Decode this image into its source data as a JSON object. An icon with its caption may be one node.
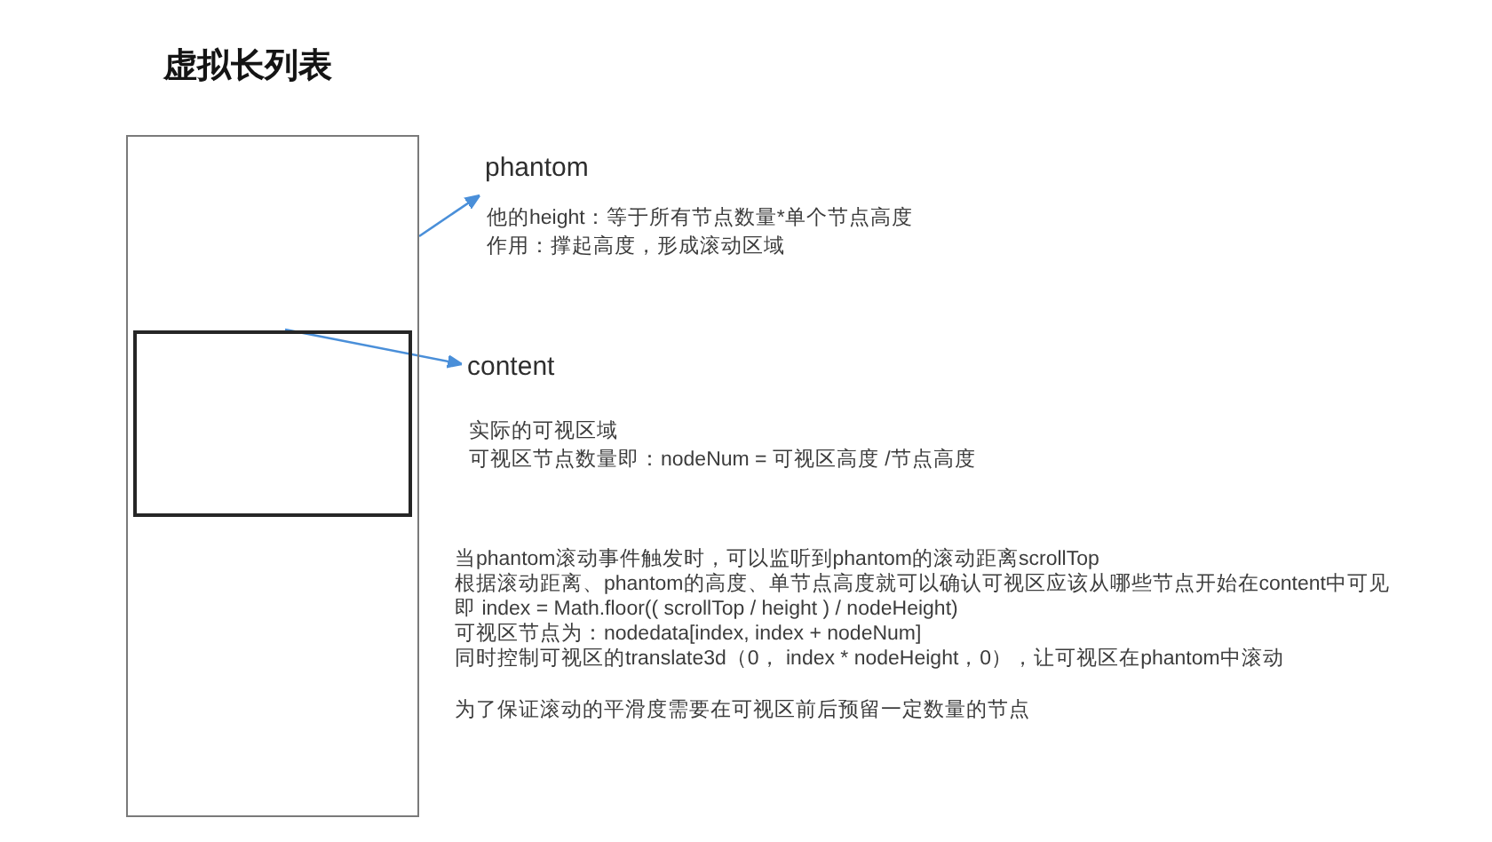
{
  "diagram": {
    "title": "虚拟长列表",
    "nodes": [
      {
        "text": [],
        "shape": "box"
      },
      {
        "text": [],
        "shape": "box",
        "in": 0
      },
      {
        "text": [
          "phantom",
          "他的height：等于所有节点数量*单个节点高度",
          "作用：撑起高度，形成滚动区域"
        ]
      },
      {
        "text": [
          "content",
          "实际的可视区域",
          "可视区节点数量即：nodeNum = 可视区高度 /节点高度"
        ]
      }
    ],
    "edges": [
      {
        "from": 0,
        "to": 2,
        "arrow": "to"
      },
      {
        "from": 1,
        "to": 3,
        "arrow": "to"
      }
    ],
    "labels": [
      "当phantom滚动事件触发时，可以监听到phantom的滚动距离scrollTop",
      "根据滚动距离、phantom的高度、单节点高度就可以确认可视区应该从哪些节点开始在content中可见",
      "即 index = Math.floor(( scrollTop / height ) / nodeHeight)",
      "可视区节点为：nodedata[index, index + nodeNum]",
      "同时控制可视区的translate3d（0， index * nodeHeight，0），让可视区在phantom中滚动",
      "为了保证滚动的平滑度需要在可视区前后预留一定数量的节点"
    ]
  }
}
